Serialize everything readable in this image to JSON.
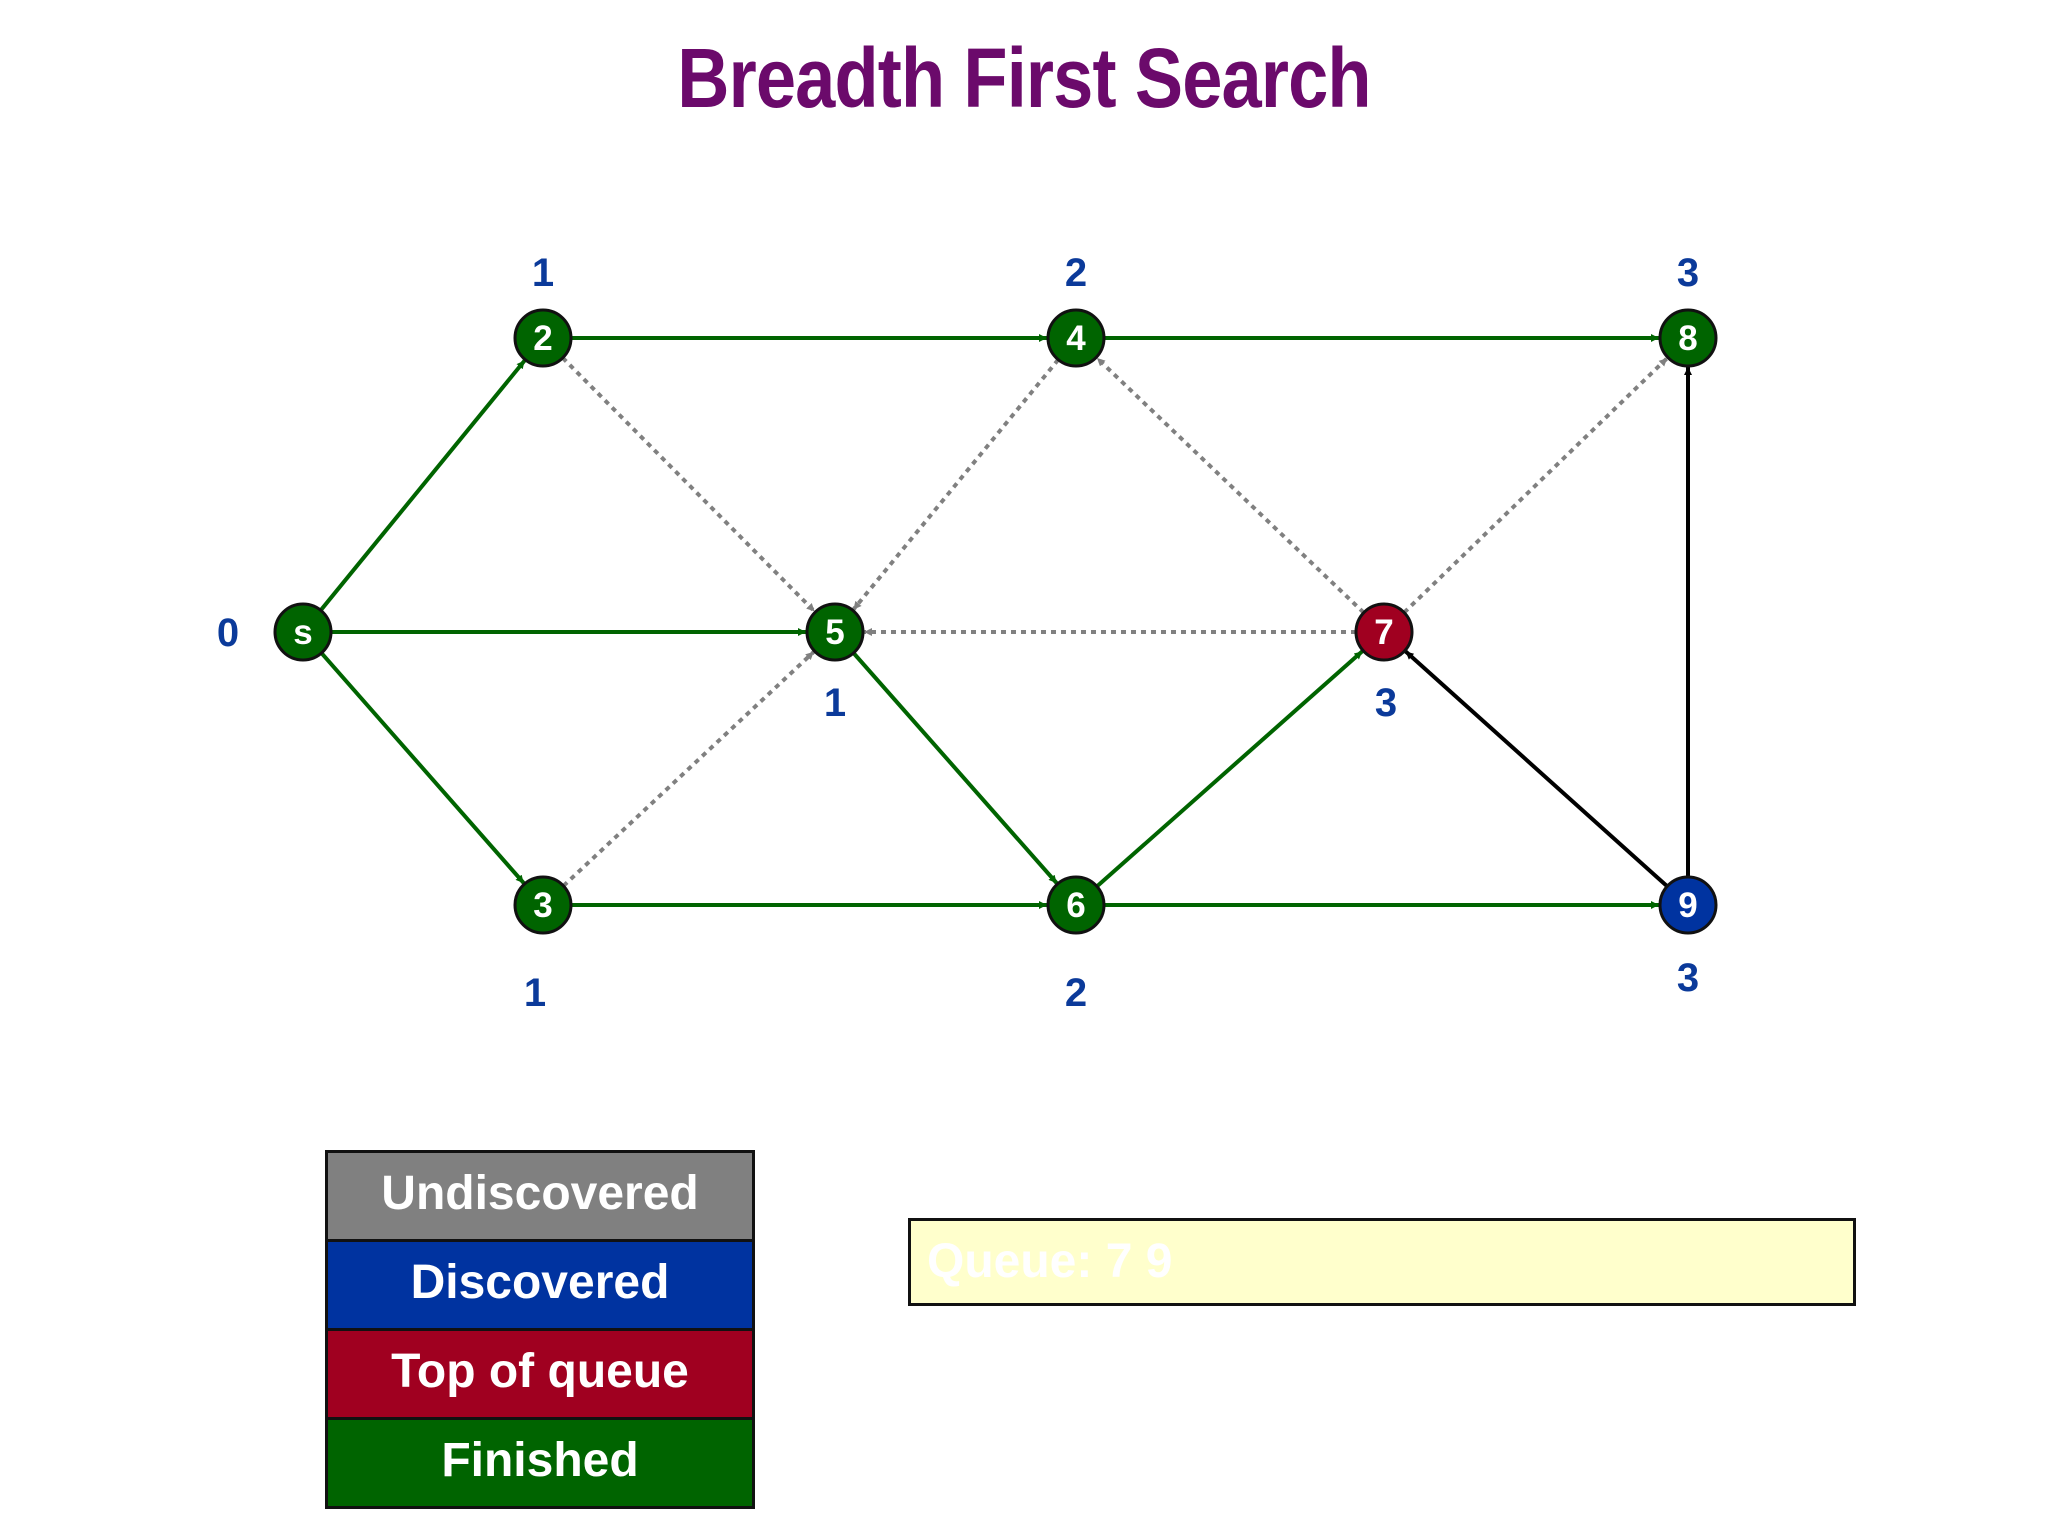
{
  "title": "Breadth First Search",
  "colors": {
    "undiscovered": "#808080",
    "discovered": "#0033a0",
    "top_of_queue": "#a00020",
    "finished": "#006400",
    "tree_edge": "#006400",
    "non_tree_edge": "#808080",
    "active_edge": "#000000",
    "distance_text": "#0b3a9a"
  },
  "nodes": [
    {
      "id": "s",
      "label": "s",
      "distance": "0",
      "state": "finished"
    },
    {
      "id": "2",
      "label": "2",
      "distance": "1",
      "state": "finished"
    },
    {
      "id": "3",
      "label": "3",
      "distance": "1",
      "state": "finished"
    },
    {
      "id": "4",
      "label": "4",
      "distance": "2",
      "state": "finished"
    },
    {
      "id": "5",
      "label": "5",
      "distance": "1",
      "state": "finished"
    },
    {
      "id": "6",
      "label": "6",
      "distance": "2",
      "state": "finished"
    },
    {
      "id": "7",
      "label": "7",
      "distance": "3",
      "state": "top_of_queue"
    },
    {
      "id": "8",
      "label": "8",
      "distance": "3",
      "state": "finished"
    },
    {
      "id": "9",
      "label": "9",
      "distance": "3",
      "state": "discovered"
    }
  ],
  "edges": [
    {
      "from": "s",
      "to": "2",
      "style": "tree"
    },
    {
      "from": "s",
      "to": "5",
      "style": "tree"
    },
    {
      "from": "s",
      "to": "3",
      "style": "tree"
    },
    {
      "from": "2",
      "to": "4",
      "style": "tree"
    },
    {
      "from": "2",
      "to": "5",
      "style": "non_tree"
    },
    {
      "from": "3",
      "to": "5",
      "style": "non_tree"
    },
    {
      "from": "3",
      "to": "6",
      "style": "tree"
    },
    {
      "from": "4",
      "to": "5",
      "style": "non_tree"
    },
    {
      "from": "4",
      "to": "8",
      "style": "tree"
    },
    {
      "from": "5",
      "to": "6",
      "style": "tree"
    },
    {
      "from": "6",
      "to": "7",
      "style": "tree"
    },
    {
      "from": "6",
      "to": "9",
      "style": "tree"
    },
    {
      "from": "7",
      "to": "5",
      "style": "non_tree"
    },
    {
      "from": "7",
      "to": "4",
      "style": "non_tree"
    },
    {
      "from": "7",
      "to": "8",
      "style": "non_tree"
    },
    {
      "from": "9",
      "to": "7",
      "style": "active"
    },
    {
      "from": "9",
      "to": "8",
      "style": "active"
    }
  ],
  "legend": [
    {
      "label": "Undiscovered",
      "state": "undiscovered"
    },
    {
      "label": "Discovered",
      "state": "discovered"
    },
    {
      "label": "Top of queue",
      "state": "top_of_queue"
    },
    {
      "label": "Finished",
      "state": "finished"
    }
  ],
  "queue": {
    "text": "Queue: 7 9"
  }
}
